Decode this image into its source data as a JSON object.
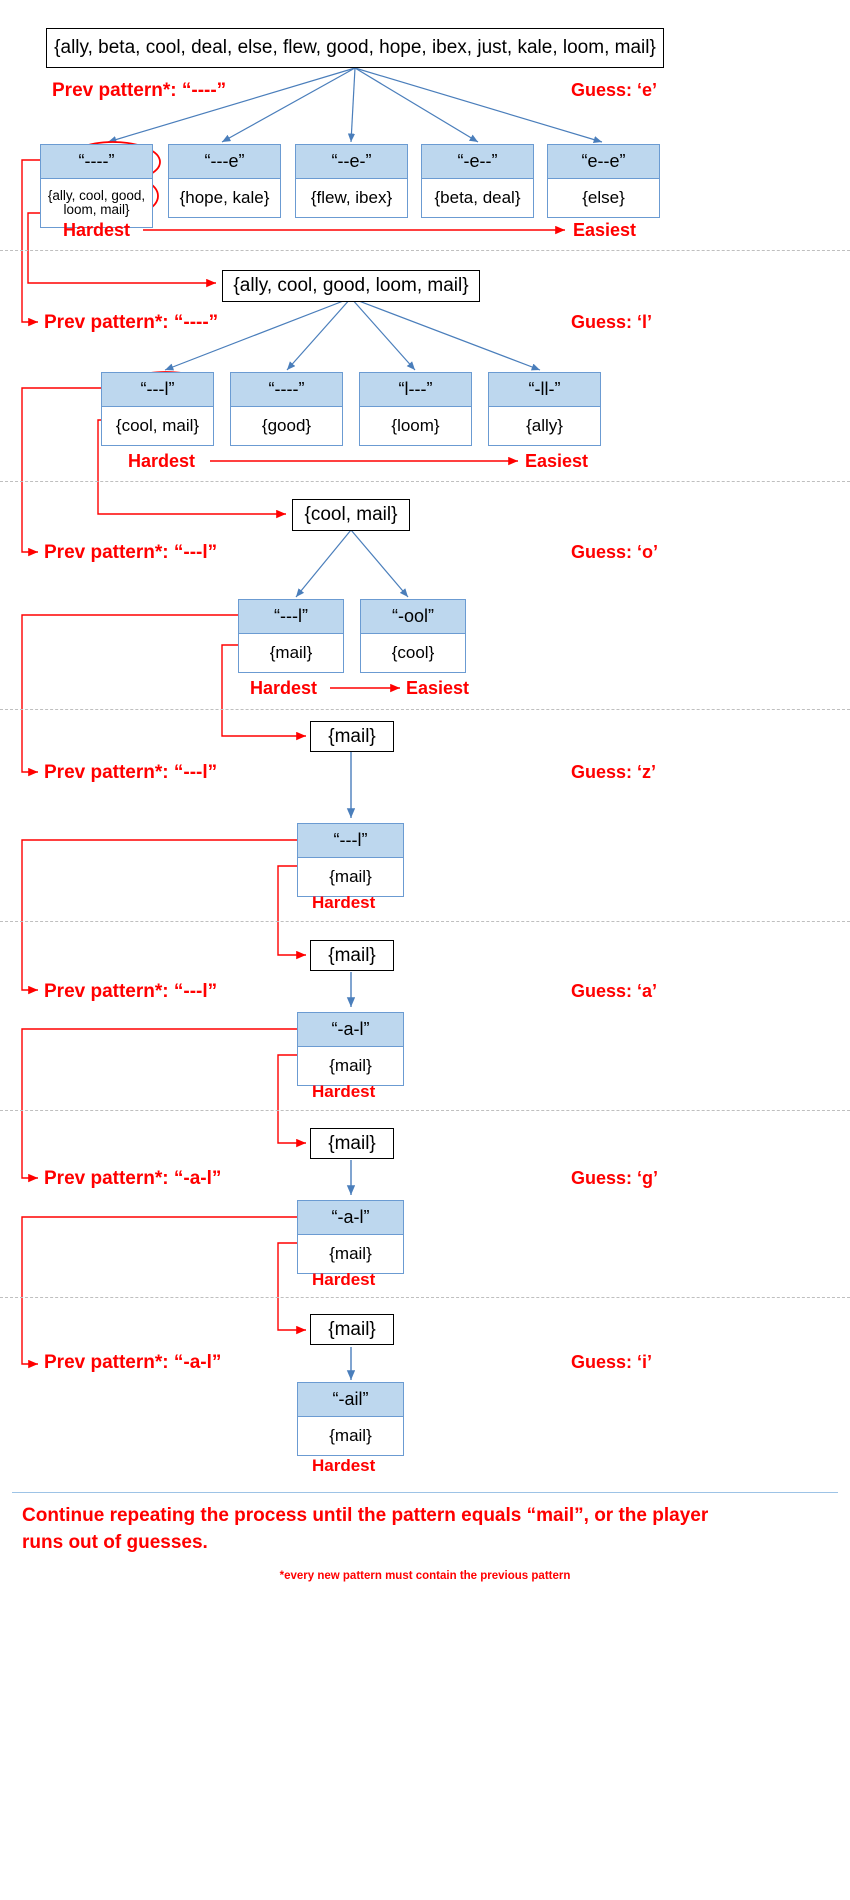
{
  "meta": {
    "footnote": "*every new pattern must contain the previous pattern",
    "conclusion_line1": "Continue repeating the process until the pattern equals “mail”, or the player",
    "conclusion_line2": "runs out of guesses.",
    "hardest_label": "Hardest",
    "easiest_label": "Easiest",
    "accent_red": "#ff0000",
    "node_fill": "#bdd7ee",
    "node_border": "#6b9bd2",
    "arrow_blue": "#4a7ebb"
  },
  "rounds": [
    {
      "id": "round-1",
      "root": "{ally, beta, cool, deal, else, flew, good, hope, ibex, just, kale, loom, mail}",
      "prev_pattern_label": "Prev pattern*: “----”",
      "guess_label": "Guess: ‘e’",
      "has_scale": true,
      "candidates": [
        {
          "pattern": "“----”",
          "words": "{ally, cool, good, loom, mail}",
          "circled": true,
          "two_line": true
        },
        {
          "pattern": "“---e”",
          "words": "{hope, kale}",
          "circled": false,
          "two_line": false
        },
        {
          "pattern": "“--e-”",
          "words": "{flew, ibex}",
          "circled": false,
          "two_line": false
        },
        {
          "pattern": "“-e--”",
          "words": "{beta, deal}",
          "circled": false,
          "two_line": false
        },
        {
          "pattern": "“e--e”",
          "words": "{else}",
          "circled": false,
          "two_line": false
        }
      ]
    },
    {
      "id": "round-2",
      "root": "{ally, cool, good, loom, mail}",
      "prev_pattern_label": "Prev pattern*: “----”",
      "guess_label": "Guess: ‘l’",
      "has_scale": true,
      "candidates": [
        {
          "pattern": "“---l”",
          "words": "{cool, mail}",
          "circled": true,
          "two_line": false
        },
        {
          "pattern": "“----”",
          "words": "{good}",
          "circled": false,
          "two_line": false
        },
        {
          "pattern": "“l---”",
          "words": "{loom}",
          "circled": false,
          "two_line": false
        },
        {
          "pattern": "“-ll-”",
          "words": "{ally}",
          "circled": false,
          "two_line": false
        }
      ]
    },
    {
      "id": "round-3",
      "root": "{cool, mail}",
      "prev_pattern_label": "Prev pattern*: “---l”",
      "guess_label": "Guess: ‘o’",
      "has_scale": true,
      "candidates": [
        {
          "pattern": "“---l”",
          "words": "{mail}",
          "circled": true,
          "two_line": false
        },
        {
          "pattern": "“-ool”",
          "words": "{cool}",
          "circled": false,
          "two_line": false
        }
      ]
    },
    {
      "id": "round-4",
      "root": "{mail}",
      "prev_pattern_label": "Prev pattern*: “---l”",
      "guess_label": "Guess: ‘z’",
      "has_scale": false,
      "candidates": [
        {
          "pattern": "“---l”",
          "words": "{mail}",
          "circled": true,
          "two_line": false
        }
      ]
    },
    {
      "id": "round-5",
      "root": "{mail}",
      "prev_pattern_label": "Prev pattern*: “---l”",
      "guess_label": "Guess: ‘a’",
      "has_scale": false,
      "candidates": [
        {
          "pattern": "“-a-l”",
          "words": "{mail}",
          "circled": true,
          "two_line": false
        }
      ]
    },
    {
      "id": "round-6",
      "root": "{mail}",
      "prev_pattern_label": "Prev pattern*: “-a-l”",
      "guess_label": "Guess: ‘g’",
      "has_scale": false,
      "candidates": [
        {
          "pattern": "“-a-l”",
          "words": "{mail}",
          "circled": true,
          "two_line": false
        }
      ]
    },
    {
      "id": "round-7",
      "root": "{mail}",
      "prev_pattern_label": "Prev pattern*: “-a-l”",
      "guess_label": "Guess: ‘i’",
      "has_scale": false,
      "candidates": [
        {
          "pattern": "“-ail”",
          "words": "{mail}",
          "circled": false,
          "two_line": false
        }
      ]
    }
  ]
}
